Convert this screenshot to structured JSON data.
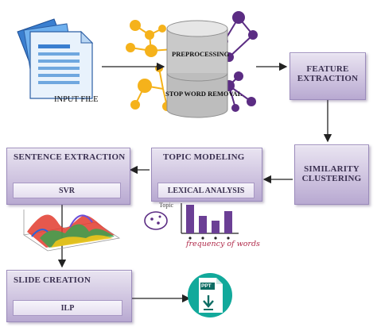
{
  "nodes": {
    "input_file": "INPUT FILE",
    "preprocessing": "PREPROCESSING",
    "stop_word_removal": "STOP WORD REMOVAL",
    "feature_extraction_line1": "FEATURE",
    "feature_extraction_line2": "EXTRACTION",
    "similarity_line1": "SIMILARITY",
    "similarity_line2": "CLUSTERING",
    "topic_modeling": "TOPIC MODELING",
    "lexical_analysis": "LEXICAL ANALYSIS",
    "sentence_extraction": "SENTENCE EXTRACTION",
    "svr": "SVR",
    "slide_creation": "SLIDE CREATION",
    "ilp": "ILP"
  },
  "decor": {
    "topic_label": "Topic",
    "frequency_label": "frequency of words",
    "ppt_label": "PPT"
  },
  "colors": {
    "box_fill": "#cfc4e0",
    "node_orange": "#f5b21b",
    "node_purple": "#5b2c83",
    "ppt_teal": "#12a99b"
  }
}
